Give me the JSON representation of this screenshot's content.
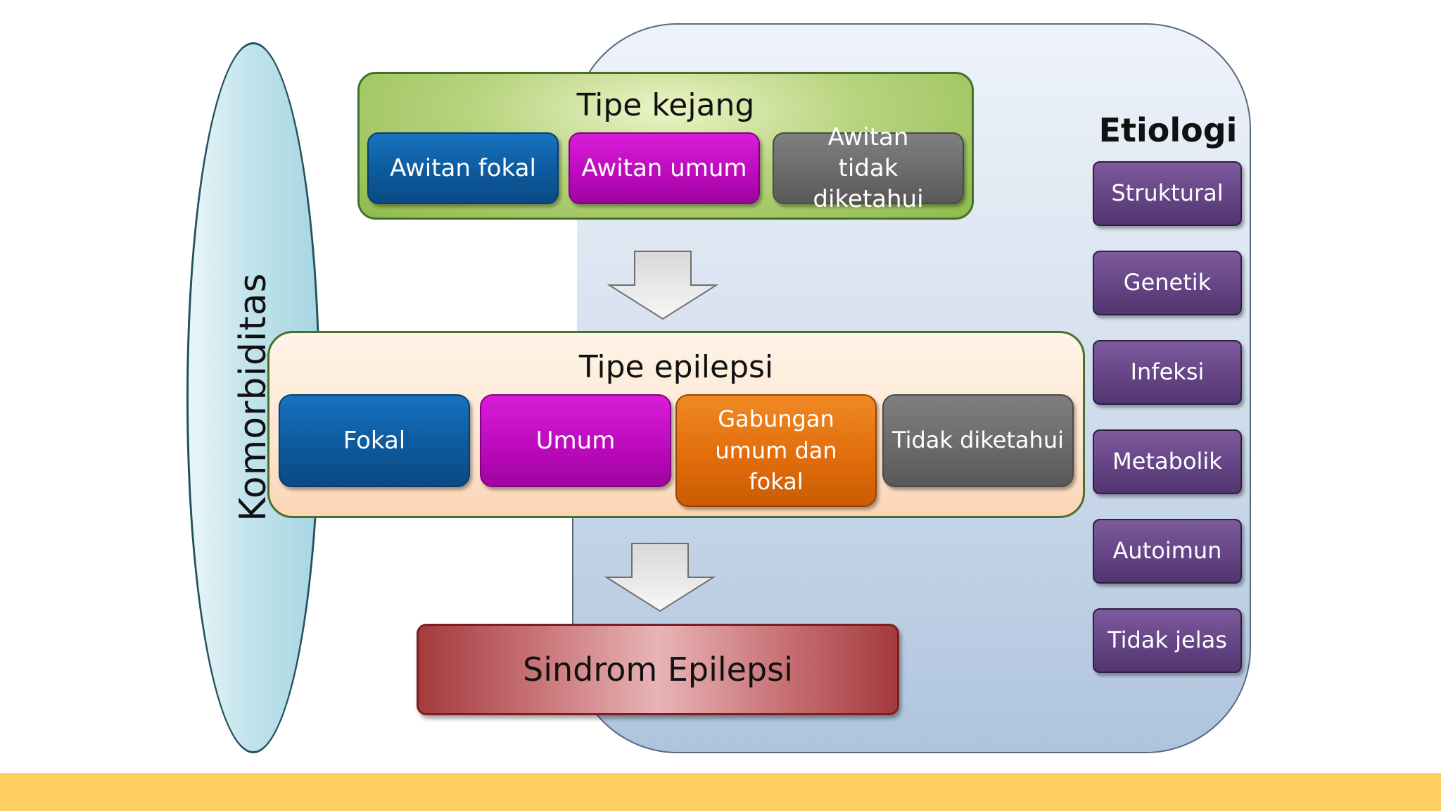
{
  "komorbiditas": {
    "label": "Komorbiditas"
  },
  "tipe_kejang": {
    "title": "Tipe kejang",
    "items": [
      "Awitan fokal",
      "Awitan umum",
      "Awitan tidak diketahui"
    ]
  },
  "tipe_epilepsi": {
    "title": "Tipe epilepsi",
    "items": [
      "Fokal",
      "Umum",
      "Gabungan umum dan fokal",
      "Tidak diketahui"
    ]
  },
  "sindrom": {
    "label": "Sindrom Epilepsi"
  },
  "etiologi": {
    "title": "Etiologi",
    "items": [
      "Struktural",
      "Genetik",
      "Infeksi",
      "Metabolik",
      "Autoimun",
      "Tidak jelas"
    ]
  },
  "colors": {
    "blue": "#0d5a9d",
    "magenta": "#bb09bb",
    "gray": "#696969",
    "orange": "#e06b0a",
    "purple": "#634383",
    "green": "#90bb4e",
    "red": "#a33a3e",
    "band": "#fecf5f"
  }
}
